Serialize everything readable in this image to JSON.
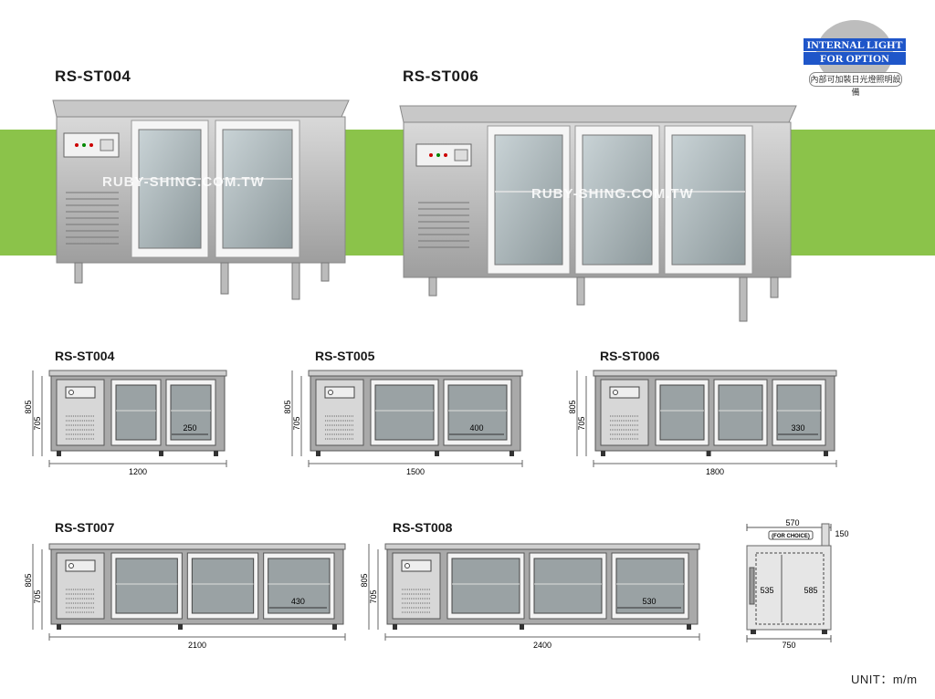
{
  "hero": {
    "left_title": "RS-ST004",
    "right_title": "RS-ST006",
    "watermark": "RUBY-SHING.COM.TW"
  },
  "badge": {
    "line1": "INTERNAL LIGHT",
    "line2": "FOR OPTION",
    "chinese": "內部可加裝日光燈照明設備"
  },
  "drawings": [
    {
      "id": "st004",
      "title": "RS-ST004",
      "width": "1200",
      "door_width": "250",
      "height_total": "805",
      "height_body": "705",
      "doors": 2
    },
    {
      "id": "st005",
      "title": "RS-ST005",
      "width": "1500",
      "door_width": "400",
      "height_total": "805",
      "height_body": "705",
      "doors": 2
    },
    {
      "id": "st006",
      "title": "RS-ST006",
      "width": "1800",
      "door_width": "330",
      "height_total": "805",
      "height_body": "705",
      "doors": 3
    },
    {
      "id": "st007",
      "title": "RS-ST007",
      "width": "2100",
      "door_width": "430",
      "height_total": "805",
      "height_body": "705",
      "doors": 3
    },
    {
      "id": "st008",
      "title": "RS-ST008",
      "width": "2400",
      "door_width": "530",
      "height_total": "805",
      "height_body": "705",
      "doors": 3
    }
  ],
  "side_view": {
    "depth_top": "570",
    "for_choice": "(FOR CHOICE)",
    "backsplash": "150",
    "inner_depth": "535",
    "inner_height": "585",
    "depth_bottom": "750"
  },
  "unit_label": "UNIT：m/m",
  "colors": {
    "band_green": "#8bc34a",
    "badge_blue": "#1f56c9",
    "steel": "#b8b8b8"
  }
}
